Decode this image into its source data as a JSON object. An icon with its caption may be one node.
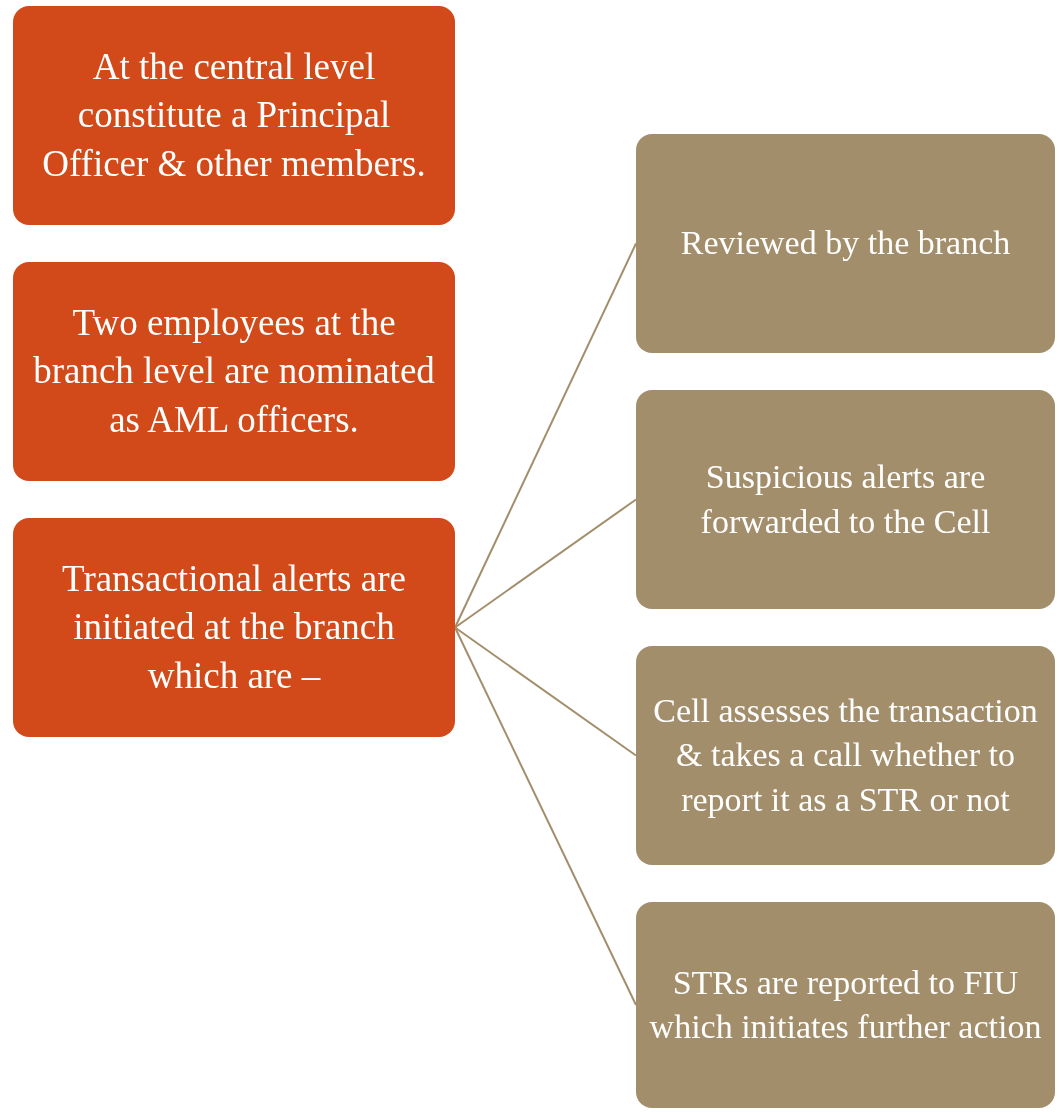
{
  "diagram": {
    "nodes": [
      {
        "text": [
          "At the central level constitute a Principal Officer & other members."
        ]
      },
      {
        "text": [
          "Two employees at the branch level are nominated as AML officers."
        ]
      },
      {
        "text": [
          "Transactional alerts are initiated at the branch which are –"
        ]
      },
      {
        "text": [
          "Reviewed by the branch"
        ]
      },
      {
        "text": [
          "Suspicious alerts are forwarded to the Cell"
        ]
      },
      {
        "text": [
          "Cell assesses the transaction & takes a call whether to report it as a STR or not"
        ]
      },
      {
        "text": [
          "STRs are reported to FIU which initiates further action"
        ]
      }
    ],
    "edges": [
      {
        "from": 2,
        "to": 3,
        "arrow": "none"
      },
      {
        "from": 2,
        "to": 4,
        "arrow": "none"
      },
      {
        "from": 2,
        "to": 5,
        "arrow": "none"
      },
      {
        "from": 2,
        "to": 6,
        "arrow": "none"
      }
    ]
  }
}
